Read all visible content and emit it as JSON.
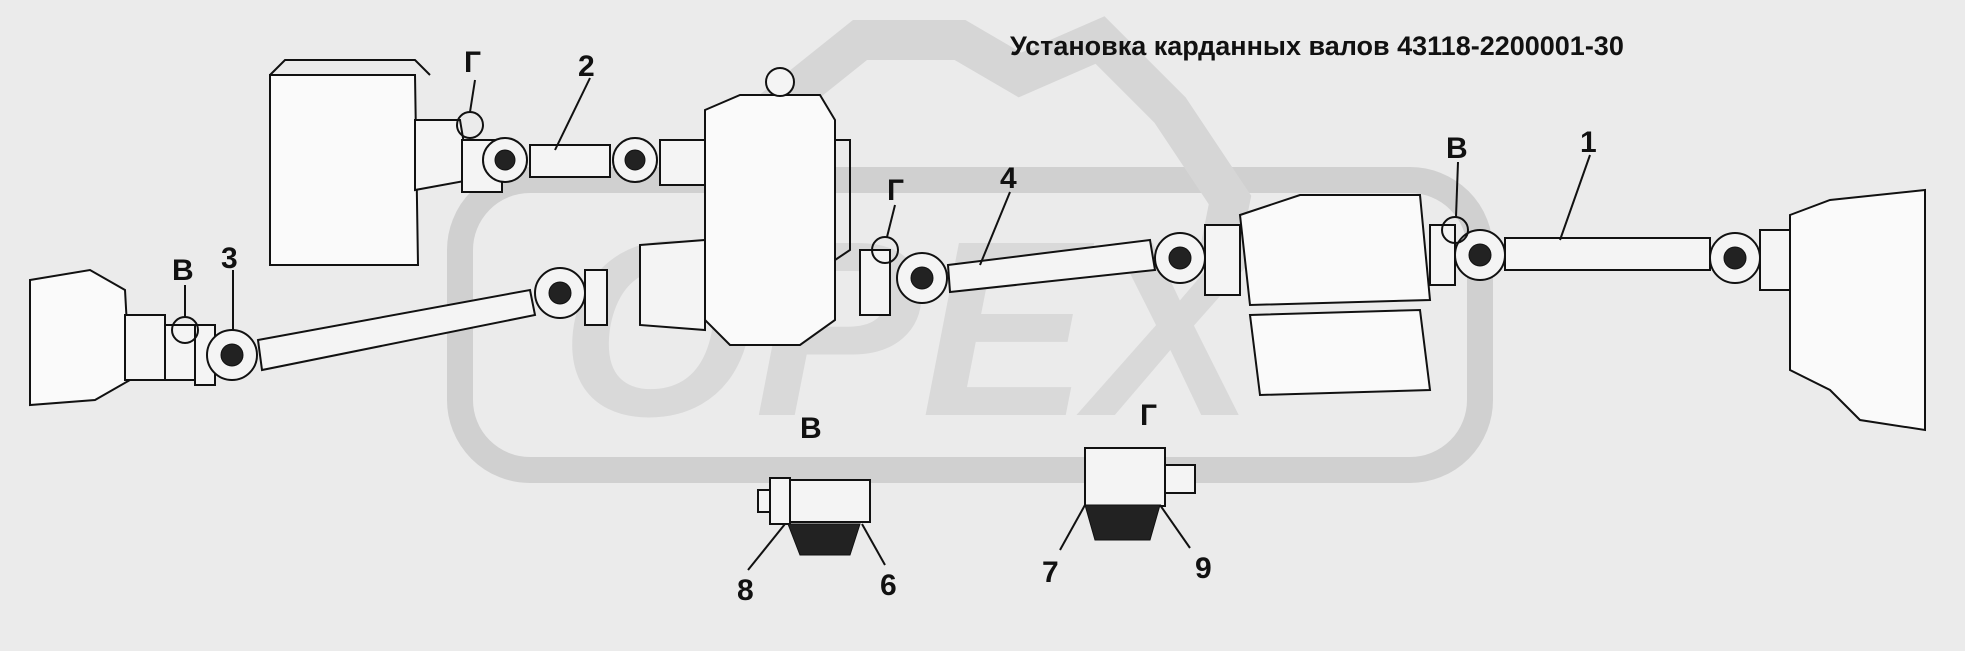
{
  "diagram": {
    "title": "Установка карданных валов 43118-2200001-30",
    "watermark": "OPEX",
    "callouts": {
      "c1": "1",
      "c2": "2",
      "c3": "3",
      "c4": "4",
      "g_left": "Г",
      "g_mid": "Г",
      "v_left": "В",
      "v_right": "В"
    },
    "details": {
      "v_title": "В",
      "g_title": "Г",
      "n6": "6",
      "n7": "7",
      "n8": "8",
      "n9": "9"
    }
  }
}
